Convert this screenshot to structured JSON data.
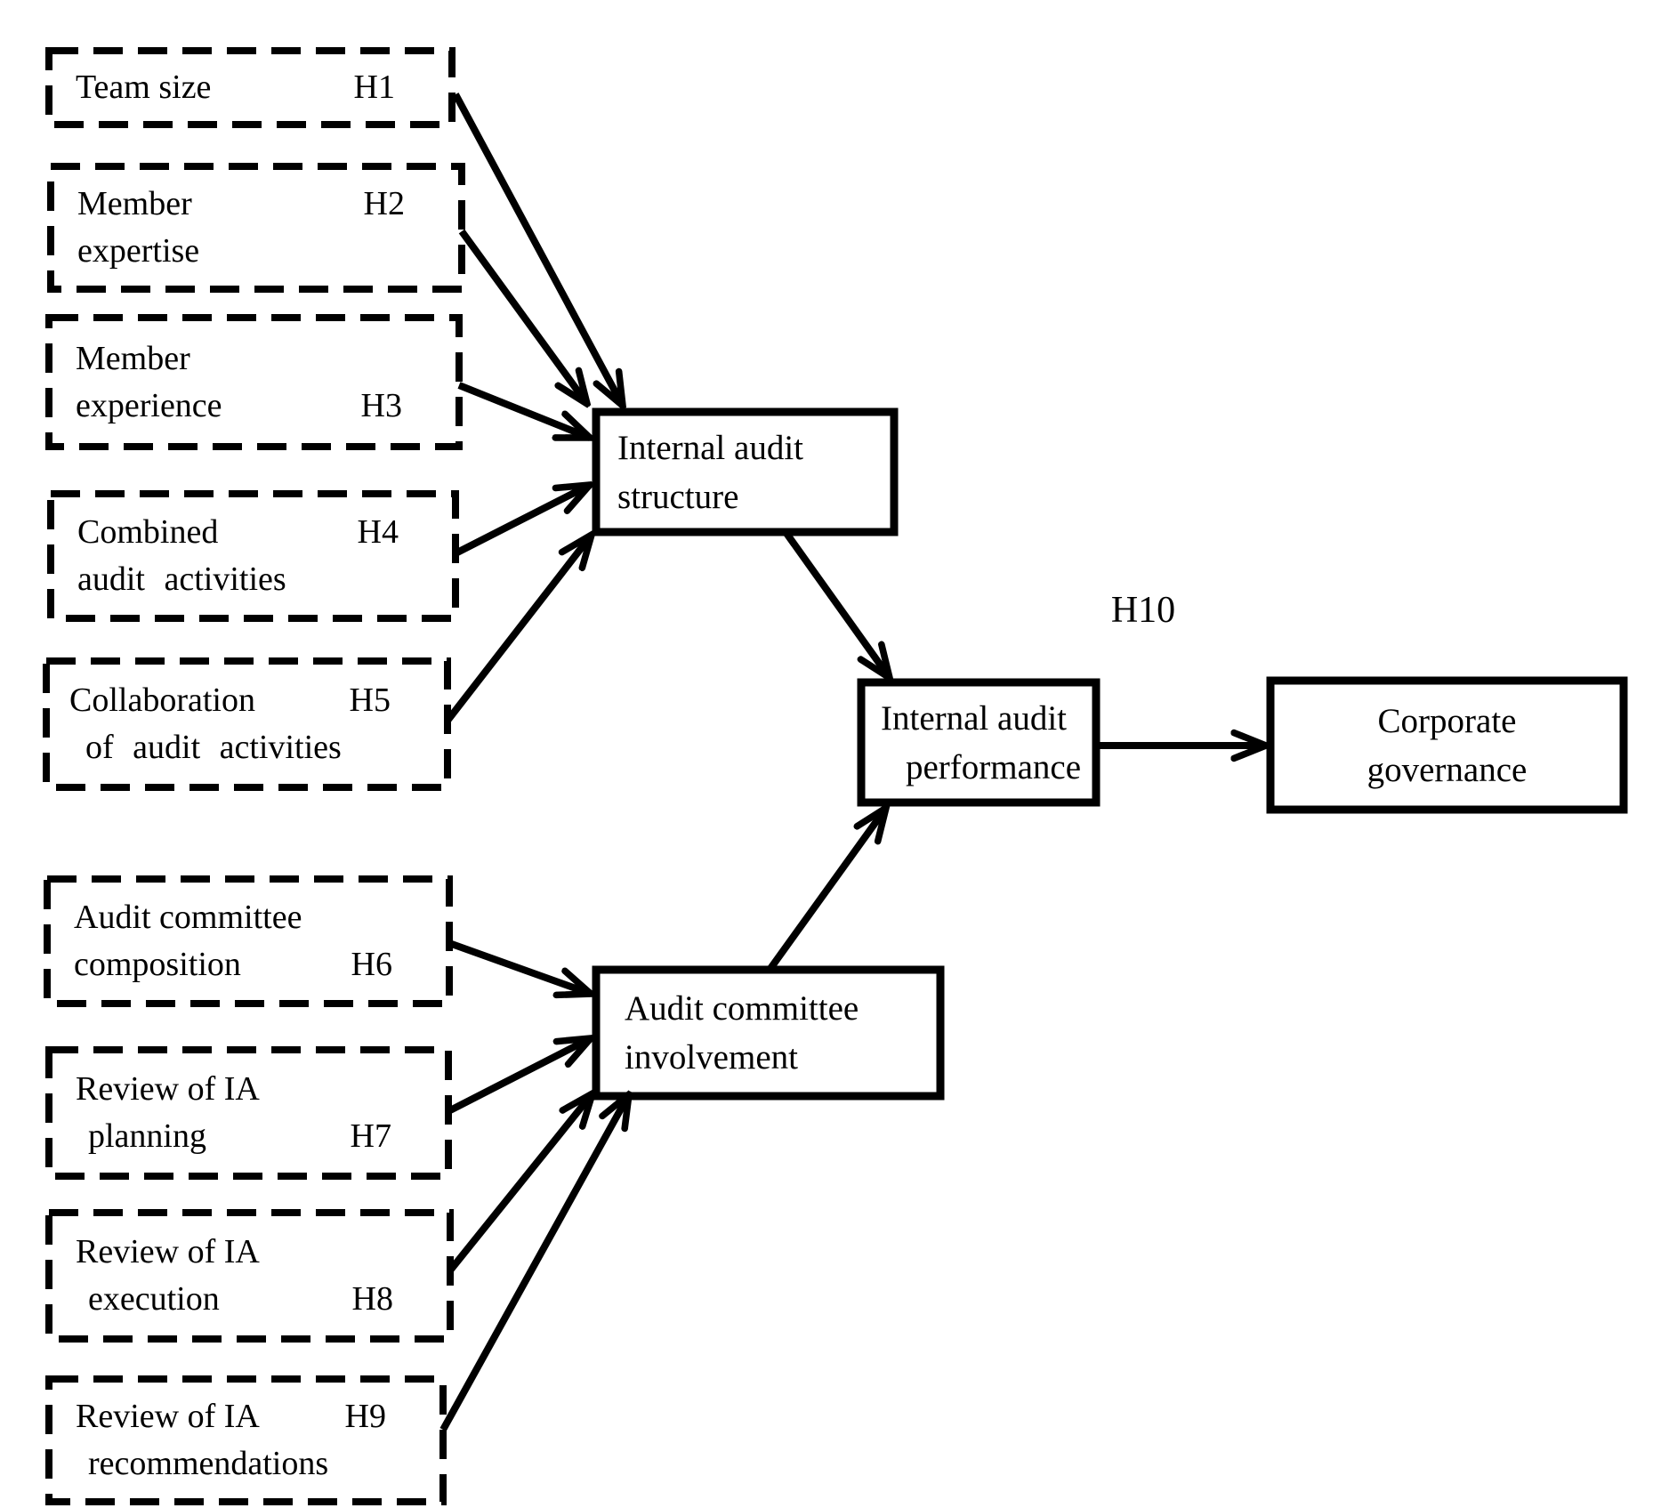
{
  "boxes": {
    "h1": {
      "line1": "Team size",
      "hyp": "H1"
    },
    "h2": {
      "line1": "Member",
      "line2": "expertise",
      "hyp": "H2"
    },
    "h3": {
      "line1": "Member",
      "line2": "experience",
      "hyp": "H3"
    },
    "h4": {
      "line1": "Combined",
      "line2": "audit activities",
      "hyp": "H4"
    },
    "h5": {
      "line1": "Collaboration",
      "line2": "of audit activities",
      "hyp": "H5"
    },
    "h6": {
      "line1": "Audit committee",
      "line2": "composition",
      "hyp": "H6"
    },
    "h7": {
      "line1": "Review of IA",
      "line2": "planning",
      "hyp": "H7"
    },
    "h8": {
      "line1": "Review of IA",
      "line2": "execution",
      "hyp": "H8"
    },
    "h9": {
      "line1": "Review of IA",
      "line2": "recommendations",
      "hyp": "H9"
    },
    "internal_audit_structure": {
      "line1": "Internal audit",
      "line2": "structure"
    },
    "audit_committee_involvement": {
      "line1": "Audit committee",
      "line2": "involvement"
    },
    "internal_audit_performance": {
      "line1": "Internal audit",
      "line2": "performance"
    },
    "corporate_governance": {
      "line1": "Corporate",
      "line2": "governance"
    }
  },
  "labels": {
    "h10": "H10"
  },
  "edges": [
    {
      "from": "h1",
      "to": "internal_audit_structure",
      "hypothesis": "H1"
    },
    {
      "from": "h2",
      "to": "internal_audit_structure",
      "hypothesis": "H2"
    },
    {
      "from": "h3",
      "to": "internal_audit_structure",
      "hypothesis": "H3"
    },
    {
      "from": "h4",
      "to": "internal_audit_structure",
      "hypothesis": "H4"
    },
    {
      "from": "h5",
      "to": "internal_audit_structure",
      "hypothesis": "H5"
    },
    {
      "from": "h6",
      "to": "audit_committee_involvement",
      "hypothesis": "H6"
    },
    {
      "from": "h7",
      "to": "audit_committee_involvement",
      "hypothesis": "H7"
    },
    {
      "from": "h8",
      "to": "audit_committee_involvement",
      "hypothesis": "H8"
    },
    {
      "from": "h9",
      "to": "audit_committee_involvement",
      "hypothesis": "H9"
    },
    {
      "from": "internal_audit_structure",
      "to": "internal_audit_performance",
      "hypothesis": ""
    },
    {
      "from": "audit_committee_involvement",
      "to": "internal_audit_performance",
      "hypothesis": ""
    },
    {
      "from": "internal_audit_performance",
      "to": "corporate_governance",
      "hypothesis": "H10"
    }
  ],
  "colors": {
    "ink": "#000000",
    "background": "#ffffff"
  }
}
